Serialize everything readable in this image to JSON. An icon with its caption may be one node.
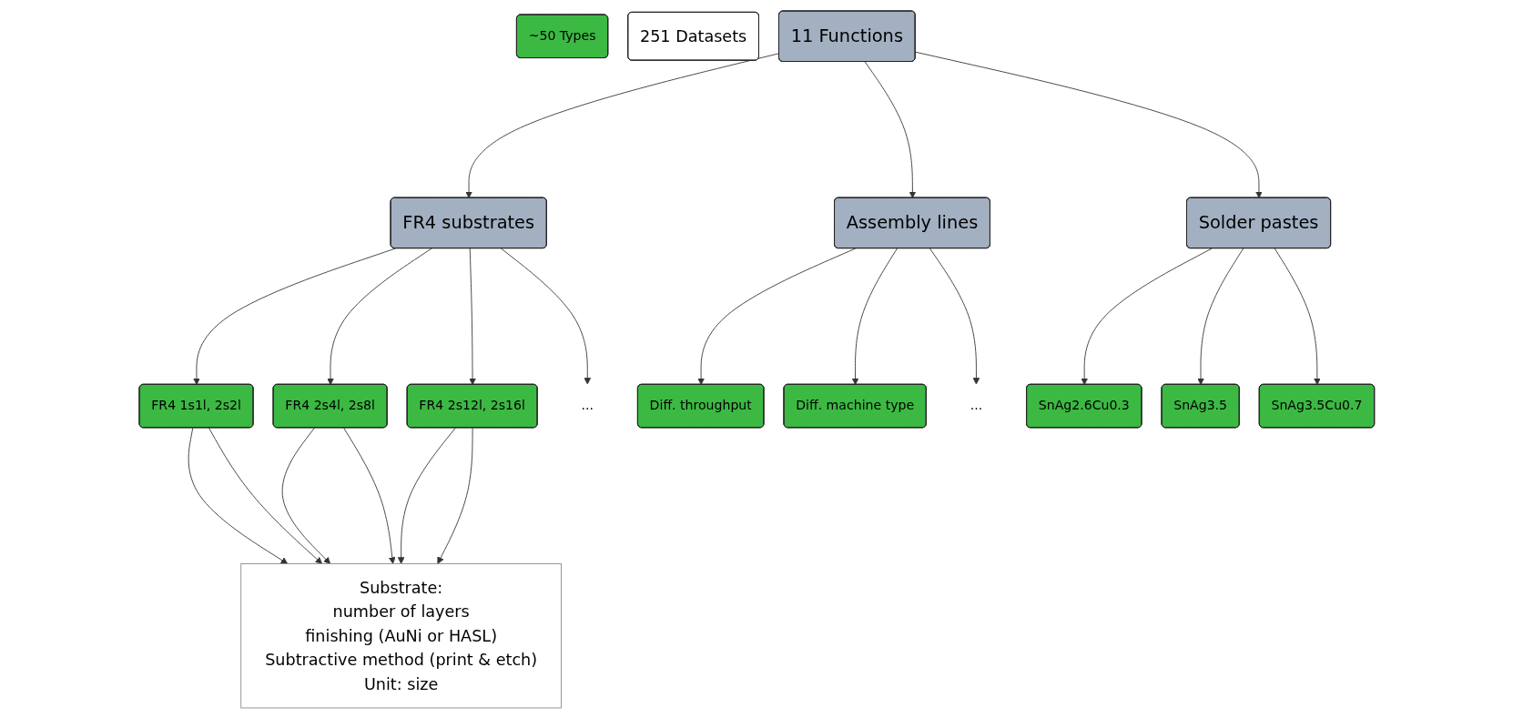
{
  "diagram": {
    "nodes": [
      {
        "text": [
          "11 Functions"
        ]
      },
      {
        "text": [
          "~50 Types"
        ]
      },
      {
        "text": [
          "251 Datasets"
        ]
      },
      {
        "text": [
          "FR4 substrates"
        ]
      },
      {
        "text": [
          "FR4 1s1l, 2s2l"
        ]
      },
      {
        "text": [
          "FR4 2s4l, 2s8l"
        ]
      },
      {
        "text": [
          "FR4 2s12l, 2s16l"
        ]
      },
      {
        "text": [
          "..."
        ]
      },
      {
        "text": [
          "Substrate:",
          "number of layers",
          "finishing (AuNi or HASL)",
          "Subtractive method (print & etch)",
          "Unit: size"
        ]
      },
      {
        "text": [
          "Assembly lines"
        ]
      },
      {
        "text": [
          "Diff. throughput"
        ]
      },
      {
        "text": [
          "Diff. machine type"
        ]
      },
      {
        "text": [
          "..."
        ]
      },
      {
        "text": [
          "Solder pastes"
        ]
      },
      {
        "text": [
          "SnAg2.6Cu0.3"
        ]
      },
      {
        "text": [
          "SnAg3.5"
        ]
      },
      {
        "text": [
          "SnAg3.5Cu0.7"
        ]
      }
    ],
    "edges": [
      {
        "from": 0,
        "to": 3,
        "arrow": "to"
      },
      {
        "from": 0,
        "to": 9,
        "arrow": "to"
      },
      {
        "from": 0,
        "to": 13,
        "arrow": "to"
      },
      {
        "from": 3,
        "to": 4,
        "arrow": "to"
      },
      {
        "from": 3,
        "to": 5,
        "arrow": "to"
      },
      {
        "from": 3,
        "to": 6,
        "arrow": "to"
      },
      {
        "from": 3,
        "to": 7,
        "arrow": "to"
      },
      {
        "from": 4,
        "to": 8,
        "arrow": "to"
      },
      {
        "from": 4,
        "to": 8,
        "arrow": "to"
      },
      {
        "from": 5,
        "to": 8,
        "arrow": "to"
      },
      {
        "from": 5,
        "to": 8,
        "arrow": "to"
      },
      {
        "from": 6,
        "to": 8,
        "arrow": "to"
      },
      {
        "from": 6,
        "to": 8,
        "arrow": "to"
      },
      {
        "from": 9,
        "to": 10,
        "arrow": "to"
      },
      {
        "from": 9,
        "to": 11,
        "arrow": "to"
      },
      {
        "from": 9,
        "to": 12,
        "arrow": "to"
      },
      {
        "from": 13,
        "to": 14,
        "arrow": "to"
      },
      {
        "from": 13,
        "to": 15,
        "arrow": "to"
      },
      {
        "from": 13,
        "to": 16,
        "arrow": "to"
      }
    ]
  }
}
